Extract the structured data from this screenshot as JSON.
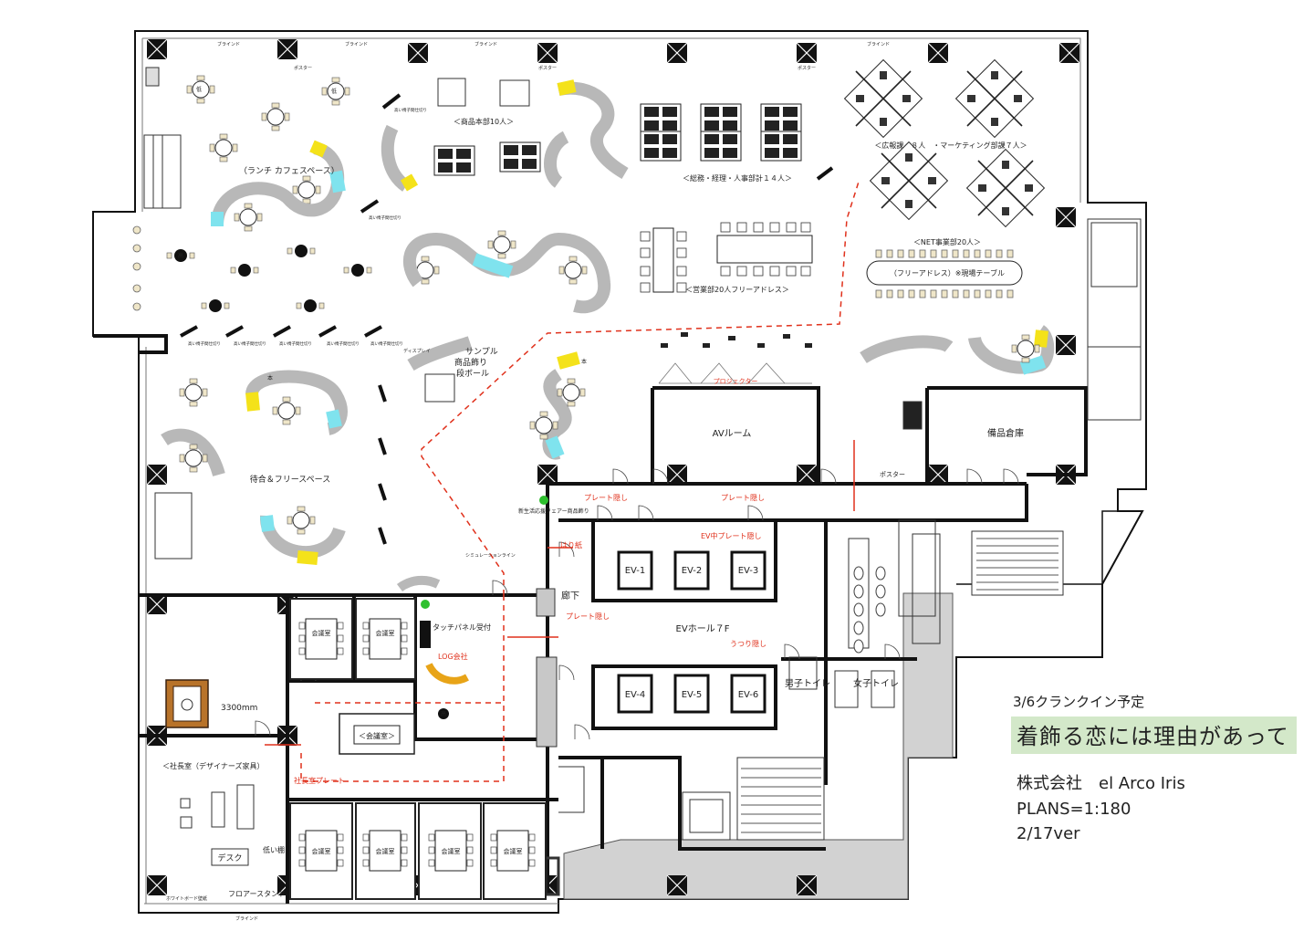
{
  "plan": {
    "zones": {
      "cafe": "（ランチ カフェスペース）",
      "waiting": "待合＆フリースペース",
      "product_dept": "＜商品本部10人＞",
      "general_affairs": "＜総務・経理・人事部計１４人＞",
      "pr_marketing": "＜広報課　８人　・マーケティング部課７人＞",
      "net_dept": "＜NET事業部20人＞",
      "free_address": "（フリーアドレス）※現場テーブル",
      "sales_dept": "＜営業部20人フリーアドレス＞",
      "sample": "サンプル",
      "sample2": "商品飾り",
      "sample3": "段ボール",
      "av_room": "AVルーム",
      "storage": "備品倉庫",
      "ev_hall": "EVホール７F",
      "corridor": "廊下",
      "mens_toilet": "男子トイレ",
      "womens_toilet": "女子トイレ",
      "reception": "タッチパネル受付",
      "president": "＜社長室（デザイナーズ家具）",
      "desk": "デスク",
      "floor_stand": "フロアースタンド",
      "low_shelf": "低い棚",
      "meeting": "会議室",
      "meeting_center": "＜会議室＞",
      "dimension": "3300mm",
      "poster": "ポスター",
      "blind": "ブラインド",
      "projector": "プロジェクター",
      "display": "ディスプレイ",
      "whiteboard": "ホワイトボード壁紙",
      "high_partition": "高い椅子間仕切り",
      "sim_line": "シミュレーションライン",
      "event_display": "新生活応援フェアー商品飾り",
      "ev_labels": [
        "EV-1",
        "EV-2",
        "EV-3",
        "EV-4",
        "EV-5",
        "EV-6"
      ]
    },
    "annotations_red": {
      "plate_hide_1": "プレート隠し",
      "plate_hide_2": "プレート隠し",
      "plate_hide_3": "プレート隠し",
      "ev_plate_hide": "EV中プレート隠し",
      "paper": "はり紙",
      "reflection_hide": "うつり隠し",
      "log_company": "LOG会社",
      "president_plate": "社長室プレート"
    },
    "seat_labels": {
      "low": "低",
      "high": "高",
      "book": "本"
    }
  },
  "title_block": {
    "schedule": "3/6クランクイン予定",
    "title": "着飾る恋には理由があって",
    "company": "株式会社　el Arco Iris",
    "scale": "PLANS=1:180",
    "version": "2/17ver"
  },
  "colors": {
    "accent_yellow": "#f4e21a",
    "accent_cyan": "#7fe3ee",
    "bench_grey": "#b8b8b8",
    "table_tan": "#efe6c8",
    "annotation_red": "#e0311c",
    "title_bg": "#d3e8c9"
  }
}
